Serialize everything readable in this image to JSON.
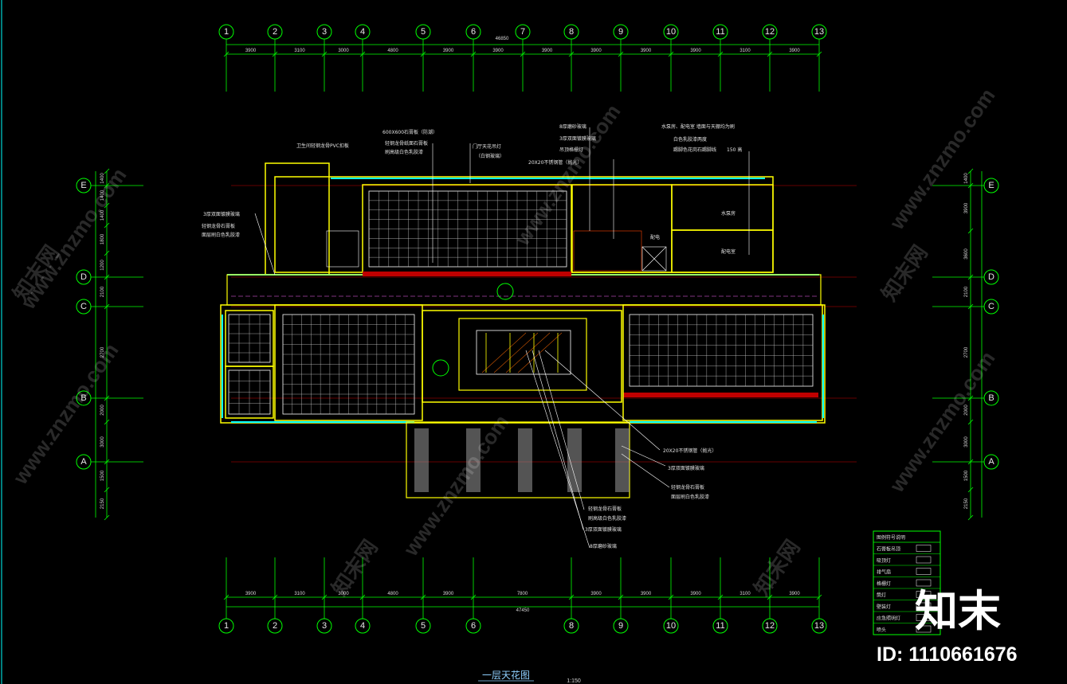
{
  "drawing": {
    "title": "一层天花图",
    "scale": "1:150"
  },
  "grid": {
    "columns_top": [
      "1",
      "2",
      "3",
      "4",
      "5",
      "6",
      "7",
      "8",
      "9",
      "10",
      "11",
      "12",
      "13"
    ],
    "columns_bottom": [
      "1",
      "2",
      "3",
      "4",
      "5",
      "6",
      "8",
      "9",
      "10",
      "11",
      "12",
      "13"
    ],
    "rows": [
      "E",
      "D",
      "C",
      "B",
      "A"
    ],
    "total_top": "46850",
    "total_bottom": "47450",
    "top_spans": [
      "3900",
      "3100",
      "3000",
      "4800",
      "3900",
      "3900",
      "3900",
      "3900",
      "3900",
      "3900",
      "3100",
      "3900"
    ],
    "bottom_spans": [
      "3900",
      "3100",
      "3000",
      "4800",
      "3900",
      "7800",
      "3900",
      "3900",
      "3900",
      "3100",
      "3900"
    ],
    "left_spans": [
      "1400",
      "1400",
      "1400",
      "1800",
      "1200",
      "2100",
      "2700",
      "2000",
      "3000",
      "1500",
      "2150"
    ],
    "right_spans": [
      "1400",
      "3900",
      "3600",
      "2100",
      "2700",
      "2000",
      "3000",
      "1500",
      "2150"
    ]
  },
  "notes": {
    "n1": "600X600石膏板（防潮）",
    "n2": "轻钢龙骨纸面石膏板",
    "n3": "刷高级白色乳胶漆",
    "n4": "8厚磨砂玻璃",
    "n5": "3厚双面镀膜玻璃",
    "n6": "20X20不锈钢管（抛光）",
    "n7": "吊顶格栅灯",
    "n8": "门厅天花吊灯",
    "n9": "（白钢玻璃）",
    "n10": "水泵房、配电室 墙面与天棚均为刷",
    "n11": "白色乳胶漆两度",
    "n12": "踢脚色花岗石踢脚线",
    "n13": "150 高",
    "n14": "卫生间轻钢龙骨PVC扣板",
    "n15": "3厚双面镀膜玻璃",
    "n16": "轻钢龙骨石膏板",
    "n17": "面层刷白色乳胶漆",
    "n18": "20X20不锈钢管（抛光）",
    "n19": "3厚双面镀膜玻璃",
    "n20": "轻钢龙骨石膏板",
    "n21": "面层刷白色乳胶漆",
    "n22": "轻钢龙骨石膏板",
    "n23": "刷高级白色乳胶漆",
    "n24": "3厚双面镀膜玻璃",
    "n25": "8厚磨砂玻璃",
    "room1": "水泵房",
    "room2": "配电室",
    "room3": "配电"
  },
  "legend": {
    "header": "图例符号说明",
    "rows": [
      {
        "label": "石膏板吊顶",
        "icon": "rect-icon"
      },
      {
        "label": "吸顶灯",
        "icon": "circle-cross-icon"
      },
      {
        "label": "排气扇",
        "icon": "square-fill-icon"
      },
      {
        "label": "格栅灯",
        "icon": "grid-lamp-icon"
      },
      {
        "label": "筒灯",
        "icon": "spot-icon"
      },
      {
        "label": "壁装灯",
        "icon": "wall-lamp-icon"
      },
      {
        "label": "应急照明灯",
        "icon": "emergency-icon"
      },
      {
        "label": "喷头",
        "icon": "sprinkler-icon"
      }
    ]
  },
  "watermark": {
    "logo": "知末",
    "id": "ID: 1110661676",
    "site": "www.znzmo.com",
    "cn": "知末网"
  },
  "colors": {
    "axis": "#00ff00",
    "wall": "#ffff00",
    "ceiling": "#ffffff",
    "glass": "#00ffff",
    "red": "#ff0000",
    "title": "#8fd0ff"
  }
}
